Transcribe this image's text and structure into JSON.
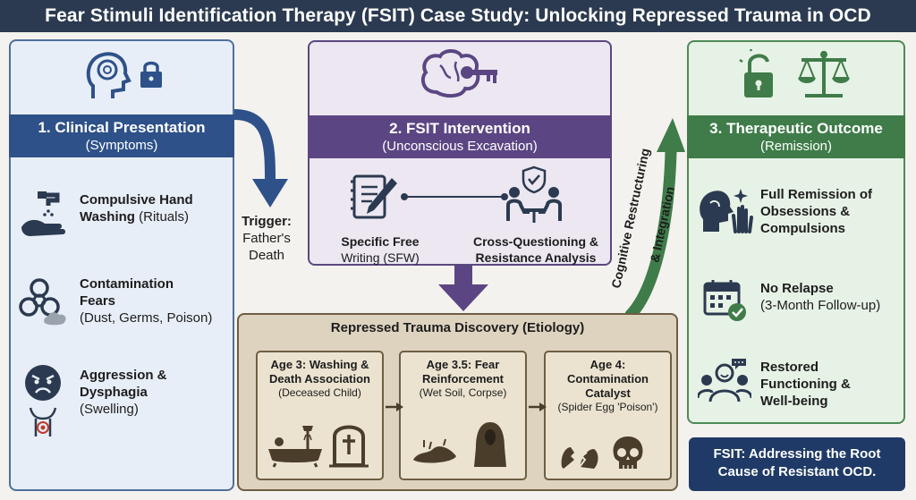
{
  "title": "Fear Stimuli Identification Therapy (FSIT) Case Study: Unlocking Repressed Trauma in OCD",
  "clinical": {
    "header": "1. Clinical Presentation",
    "subheader": "(Symptoms)",
    "items": [
      {
        "bold": "Compulsive Hand",
        "bold2": "Washing",
        "regular": "(Rituals)"
      },
      {
        "bold": "Contamination",
        "bold2": "Fears",
        "regular": "(Dust, Germs, Poison)"
      },
      {
        "bold": "Aggression &",
        "bold2": "Dysphagia",
        "regular": "(Swelling)"
      }
    ]
  },
  "trigger": {
    "bold": "Trigger:",
    "regular1": "Father's",
    "regular2": "Death"
  },
  "intervention": {
    "header": "2. FSIT Intervention",
    "subheader": "(Unconscious Excavation)",
    "left": {
      "bold": "Specific Free",
      "regular": "Writing (SFW)"
    },
    "right": {
      "bold": "Cross-Questioning &",
      "bold2": "Resistance Analysis"
    }
  },
  "discovery": {
    "title": "Repressed Trauma Discovery (Etiology)",
    "boxes": [
      {
        "bold1": "Age 3: Washing &",
        "bold2": "Death Association",
        "regular": "(Deceased Child)"
      },
      {
        "bold1": "Age 3.5: Fear",
        "bold2": "Reinforcement",
        "regular": "(Wet Soil, Corpse)"
      },
      {
        "bold1": "Age 4:",
        "bold2": "Contamination",
        "bold3": "Catalyst",
        "regular": "(Spider Egg 'Poison')"
      }
    ]
  },
  "curve": {
    "label1": "Cognitive Restructuring",
    "label2": "& Integration"
  },
  "outcome": {
    "header": "3. Therapeutic Outcome",
    "subheader": "(Remission)",
    "items": [
      {
        "bold1": "Full Remission of",
        "bold2": "Obsessions &",
        "bold3": "Compulsions"
      },
      {
        "bold1": "No Relapse",
        "regular": "(3-Month Follow-up)"
      },
      {
        "bold1": "Restored",
        "bold2": "Functioning &",
        "bold3": "Well-being"
      }
    ]
  },
  "footer": {
    "line1": "FSIT: Addressing the Root",
    "line2": "Cause of Resistant OCD."
  },
  "colors": {
    "navy": "#2b3a50",
    "clinical": "#2e5189",
    "intervention": "#5b4683",
    "outcome": "#3f7c49",
    "discovery": "#6e5e43"
  }
}
